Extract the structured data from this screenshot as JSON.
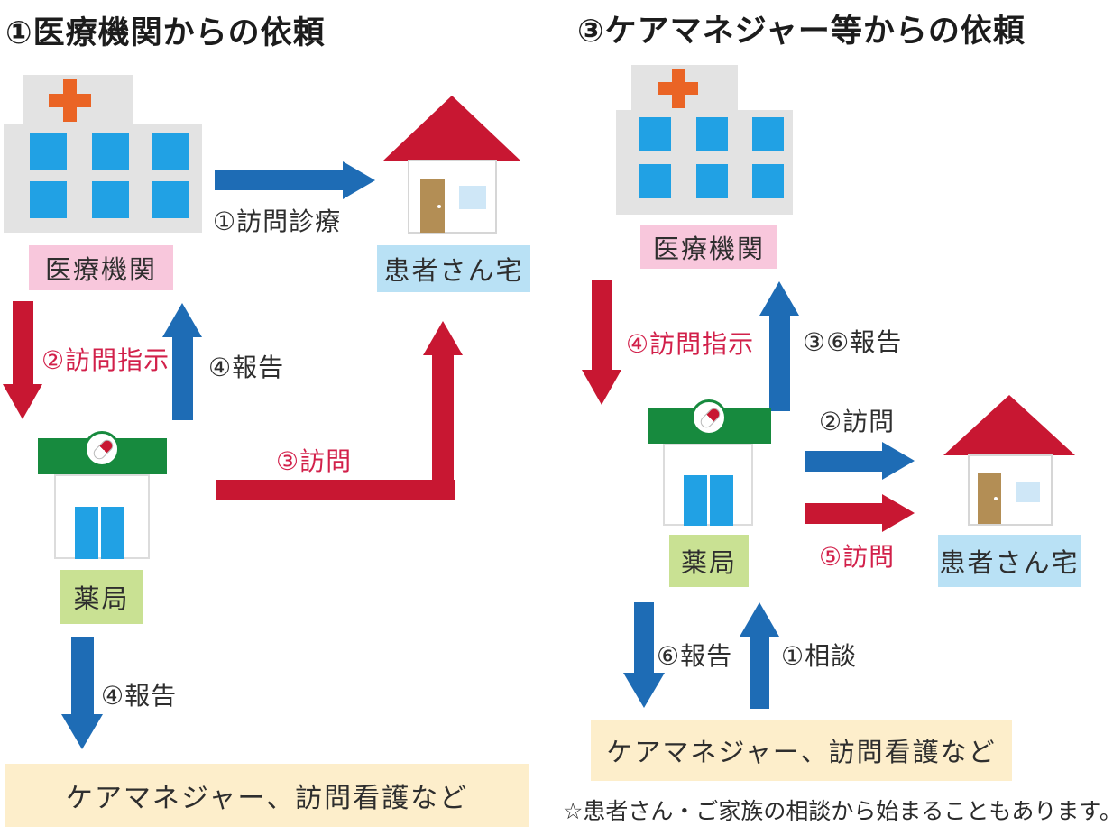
{
  "colors": {
    "arrow_blue": "#1e6cb5",
    "arrow_red": "#c81732",
    "red_text": "#d2204a",
    "label_pink": "#f8c7dc",
    "label_light_blue": "#b9e1f5",
    "label_light_green": "#c9e193",
    "box_cream": "#fdeecb",
    "building_gray": "#e3e3e3",
    "window_blue": "#21a1e4",
    "sign_green": "#178a3e",
    "roof_red": "#c81732",
    "door_brown": "#b38e55",
    "cross_orange": "#ea6425"
  },
  "icons": {
    "hospital": "hospital-building-icon",
    "cross": "medical-cross-icon",
    "house": "patient-house-icon",
    "pharmacy": "pharmacy-shop-icon",
    "capsule": "capsule-icon"
  },
  "left": {
    "title": "①医療機関からの依頼",
    "labels": {
      "hospital": "医療機関",
      "patient_home": "患者さん宅",
      "pharmacy": "薬局",
      "care_box": "ケアマネジャー、訪問看護など"
    },
    "arrows": {
      "visit_care": "①訪問診療",
      "visit_order": "②訪問指示",
      "report_to_hospital": "④報告",
      "visit_home": "③訪問",
      "report_to_care": "④報告"
    }
  },
  "right": {
    "title": "③ケアマネジャー等からの依頼",
    "labels": {
      "hospital": "医療機関",
      "patient_home": "患者さん宅",
      "pharmacy": "薬局",
      "care_box": "ケアマネジャー、訪問看護など"
    },
    "arrows": {
      "visit_order": "④訪問指示",
      "report_to_hospital": "③⑥報告",
      "visit_doctor": "②訪問",
      "visit_pharmacy": "⑤訪問",
      "report_to_care": "⑥報告",
      "consult": "①相談"
    },
    "note": "☆患者さん・ご家族の相談から始まることもあります。"
  }
}
